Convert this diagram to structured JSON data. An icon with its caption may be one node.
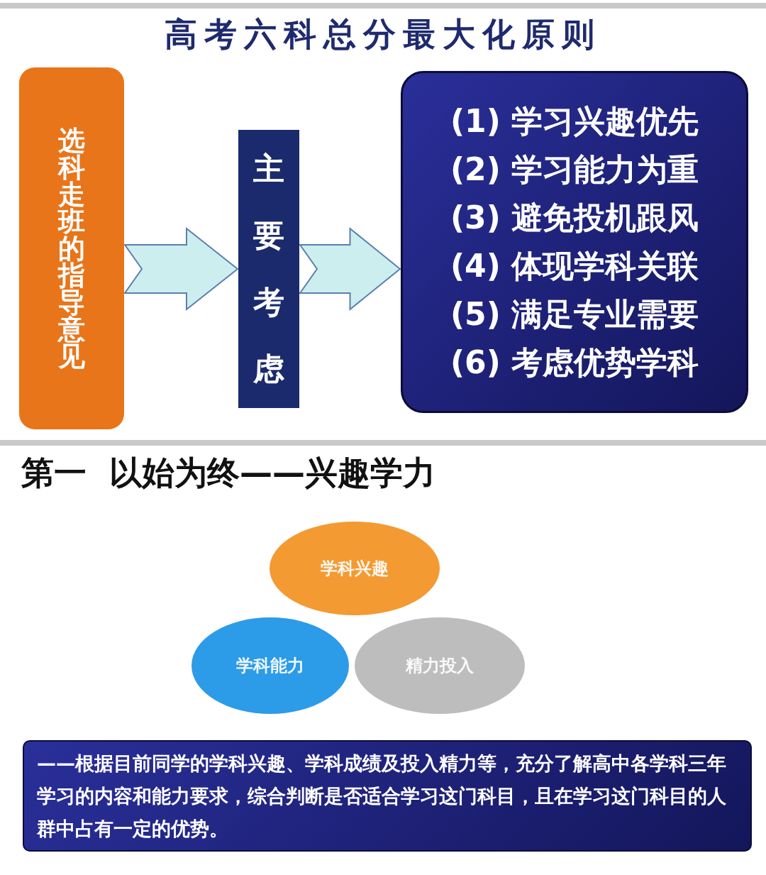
{
  "diagram": {
    "title": "高考六科总分最大化原则",
    "nodes": [
      {
        "text": [
          "选科走班的指导意见"
        ]
      },
      {
        "text": [
          "主要考虑"
        ]
      },
      {
        "text": [
          "(1) 学习兴趣优先",
          "(2) 学习能力为重",
          "(3) 避免投机跟风",
          "(4) 体现学科关联",
          "(5) 满足专业需要",
          "(6) 考虑优势学科"
        ]
      },
      {
        "text": [
          "学科兴趣"
        ]
      },
      {
        "text": [
          "学科能力"
        ]
      },
      {
        "text": [
          "精力投入"
        ]
      },
      {
        "text": [
          "——根据目前同学的学科兴趣、学科成绩及投入精力等，充分了解高中各学科三年学习的内容和能力要求，综合判断是否适合学习这门科目，且在学习这门科目的人群中占有一定的优势。"
        ]
      }
    ],
    "edges": [
      {
        "from": 0,
        "to": 1,
        "arrow": "to"
      },
      {
        "from": 1,
        "to": 2,
        "arrow": "to"
      }
    ],
    "labels": [
      "第一  以始为终——兴趣学力"
    ]
  }
}
